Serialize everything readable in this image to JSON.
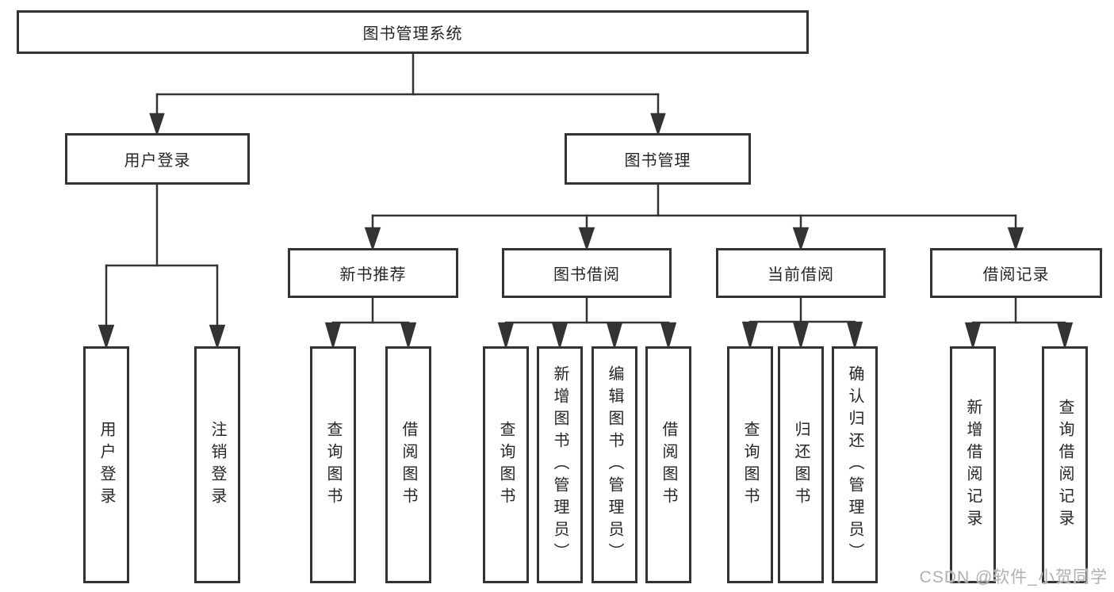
{
  "tree": {
    "label": "图书管理系统",
    "children": [
      {
        "label": "用户登录",
        "children": [
          {
            "label": "用户登录"
          },
          {
            "label": "注销登录"
          }
        ]
      },
      {
        "label": "图书管理",
        "children": [
          {
            "label": "新书推荐",
            "children": [
              {
                "label": "查询图书"
              },
              {
                "label": "借阅图书"
              }
            ]
          },
          {
            "label": "图书借阅",
            "children": [
              {
                "label": "查询图书"
              },
              {
                "label": "新增图书（管理员）"
              },
              {
                "label": "编辑图书（管理员）"
              },
              {
                "label": "借阅图书"
              }
            ]
          },
          {
            "label": "当前借阅",
            "children": [
              {
                "label": "查询图书"
              },
              {
                "label": "归还图书"
              },
              {
                "label": "确认归还（管理员）"
              }
            ]
          },
          {
            "label": "借阅记录",
            "children": [
              {
                "label": "新增借阅记录"
              },
              {
                "label": "查询借阅记录"
              }
            ]
          }
        ]
      }
    ]
  },
  "watermark": "CSDN @软件_小贺同学",
  "colors": {
    "line": "#333333",
    "text": "#262626",
    "watermark": "#b0b0b0",
    "background": "#ffffff"
  }
}
